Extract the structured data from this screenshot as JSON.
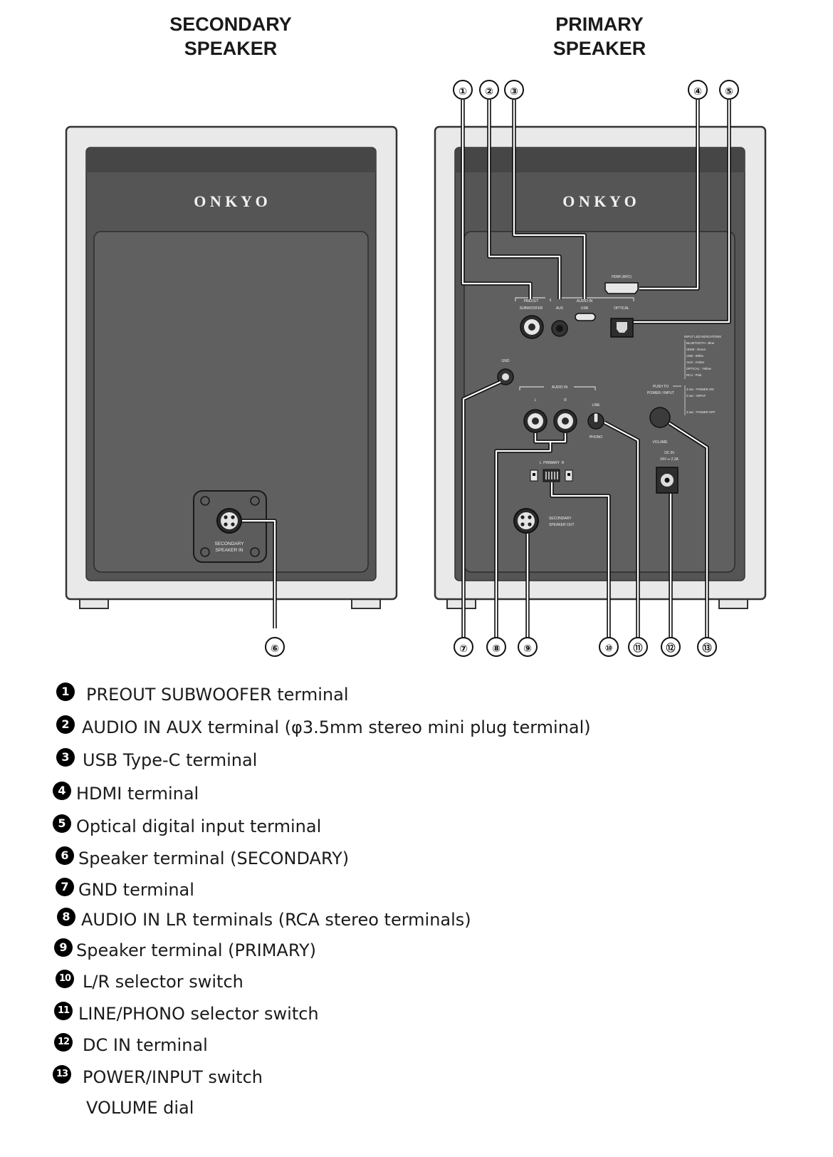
{
  "diagram": {
    "secondary_title": [
      "SECONDARY",
      "SPEAKER"
    ],
    "primary_title": [
      "PRIMARY",
      "SPEAKER"
    ],
    "brand_logo": "O N K Y O",
    "panel_labels": {
      "preout": "PREOUT",
      "subwoofer": "SUBWOOFER",
      "aux": "AUX",
      "audio_in_top": "AUDIO IN",
      "usb": "USB",
      "hdmi_arc": "HDMI (ARC)",
      "optical": "OPTICAL",
      "gnd": "GND",
      "audio_in": "AUDIO IN",
      "l": "L",
      "r": "R",
      "line": "LINE",
      "phono": "PHONO",
      "primary_switch": "L  PRIMARY  R",
      "secondary_speaker_out": [
        "SECONDARY",
        "SPEAKER OUT"
      ],
      "secondary_speaker_in": [
        "SECONDARY",
        "SPEAKER IN"
      ],
      "push_to": [
        "PUSH TO",
        "POWER / INPUT"
      ],
      "volume": "VOLUME",
      "dc_in": [
        "DC IN",
        "24V ⎓ 2.3A"
      ],
      "input_led_title": "INPUT LED INDICATIONS",
      "input_led_rows": [
        "BLUETOOTH : Blue",
        "HDMI : Green",
        "USB : White",
        "AUX : Amber",
        "OPTICAL : Yellow",
        "RCA : Pink"
      ],
      "press_rows": [
        "3 sec : POWER ON",
        "0 sec : INPUT",
        "3 sec : POWER OFF"
      ]
    },
    "callouts": [
      "①",
      "②",
      "③",
      "④",
      "⑤",
      "⑥",
      "⑦",
      "⑧",
      "⑨",
      "⑩",
      "⑪",
      "⑫",
      "⑬"
    ]
  },
  "legend": [
    {
      "badge": "1",
      "text": "PREOUT SUBWOOFER terminal"
    },
    {
      "badge": "2",
      "text": "AUDIO IN AUX terminal (φ3.5mm stereo mini plug terminal)"
    },
    {
      "badge": "3",
      "text": "USB Type-C terminal"
    },
    {
      "badge": "4",
      "text": "HDMI terminal"
    },
    {
      "badge": "5",
      "text": "Optical digital input terminal"
    },
    {
      "badge": "6",
      "text": "Speaker terminal (SECONDARY)"
    },
    {
      "badge": "7",
      "text": "GND terminal"
    },
    {
      "badge": "8",
      "text": "AUDIO IN LR terminals (RCA stereo terminals)"
    },
    {
      "badge": "9",
      "text": "Speaker terminal (PRIMARY)"
    },
    {
      "badge": "10",
      "text": "L/R selector switch"
    },
    {
      "badge": "11",
      "text": "LINE/PHONO selector switch"
    },
    {
      "badge": "12",
      "text": "DC IN terminal"
    },
    {
      "badge": "13",
      "text": "POWER/INPUT switch"
    },
    {
      "badge": "",
      "text": "VOLUME dial"
    }
  ]
}
